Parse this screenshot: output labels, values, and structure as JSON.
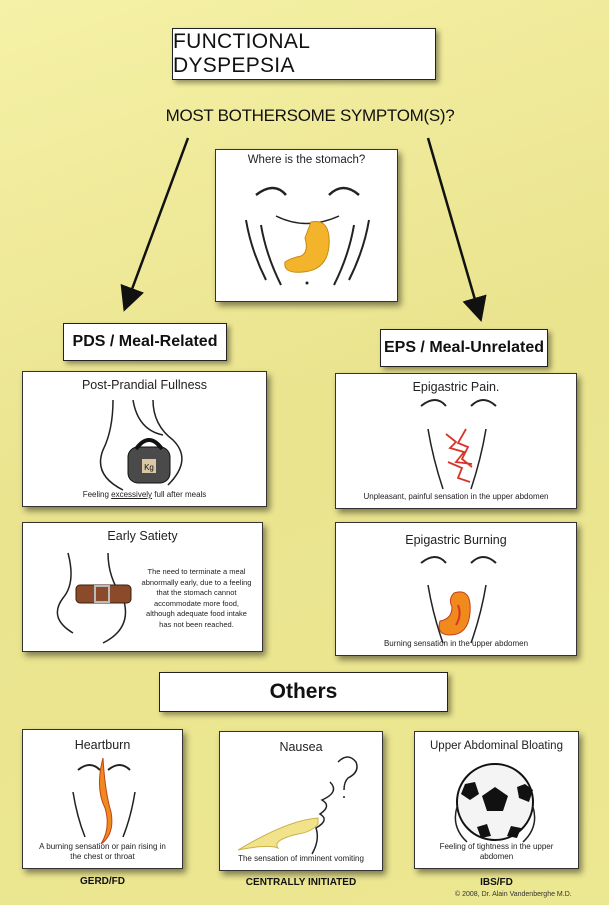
{
  "title": "FUNCTIONAL DYSPEPSIA",
  "question": "MOST BOTHERSOME SYMPTOM(S)?",
  "center_card": {
    "title": "Where is the stomach?"
  },
  "pds": {
    "label": "PDS / Meal-Related",
    "cards": [
      {
        "title": "Post-Prandial Fullness",
        "caption_pre": "Feeling ",
        "caption_em": "excessively",
        "caption_post": " full after meals",
        "weight_label": "Kg"
      },
      {
        "title": "Early Satiety",
        "caption": "The need to terminate a meal abnormally early, due to a feeling that the stomach cannot accommodate more food, although adequate food intake has not been reached."
      }
    ]
  },
  "eps": {
    "label": "EPS / Meal-Unrelated",
    "cards": [
      {
        "title": "Epigastric Pain.",
        "caption": "Unpleasant, painful sensation in the upper abdomen"
      },
      {
        "title": "Epigastric Burning",
        "caption": "Burning sensation in the upper abdomen"
      }
    ]
  },
  "others": {
    "label": "Others",
    "cards": [
      {
        "title": "Heartburn",
        "caption": "A burning sensation or pain rising in the chest or throat",
        "footer": "GERD/FD"
      },
      {
        "title": "Nausea",
        "caption": "The sensation of imminent vomiting",
        "footer": "CENTRALLY INITIATED"
      },
      {
        "title": "Upper Abdominal Bloating",
        "caption": "Feeling of tightness in the upper abdomen",
        "footer": "IBS/FD"
      }
    ]
  },
  "copyright": "© 2008, Dr. Alain Vandenberghe M.D.",
  "colors": {
    "background": "#efeb98",
    "stomach": "#f3b32a",
    "pain": "#d8352a",
    "flame": "#f08a1c"
  }
}
